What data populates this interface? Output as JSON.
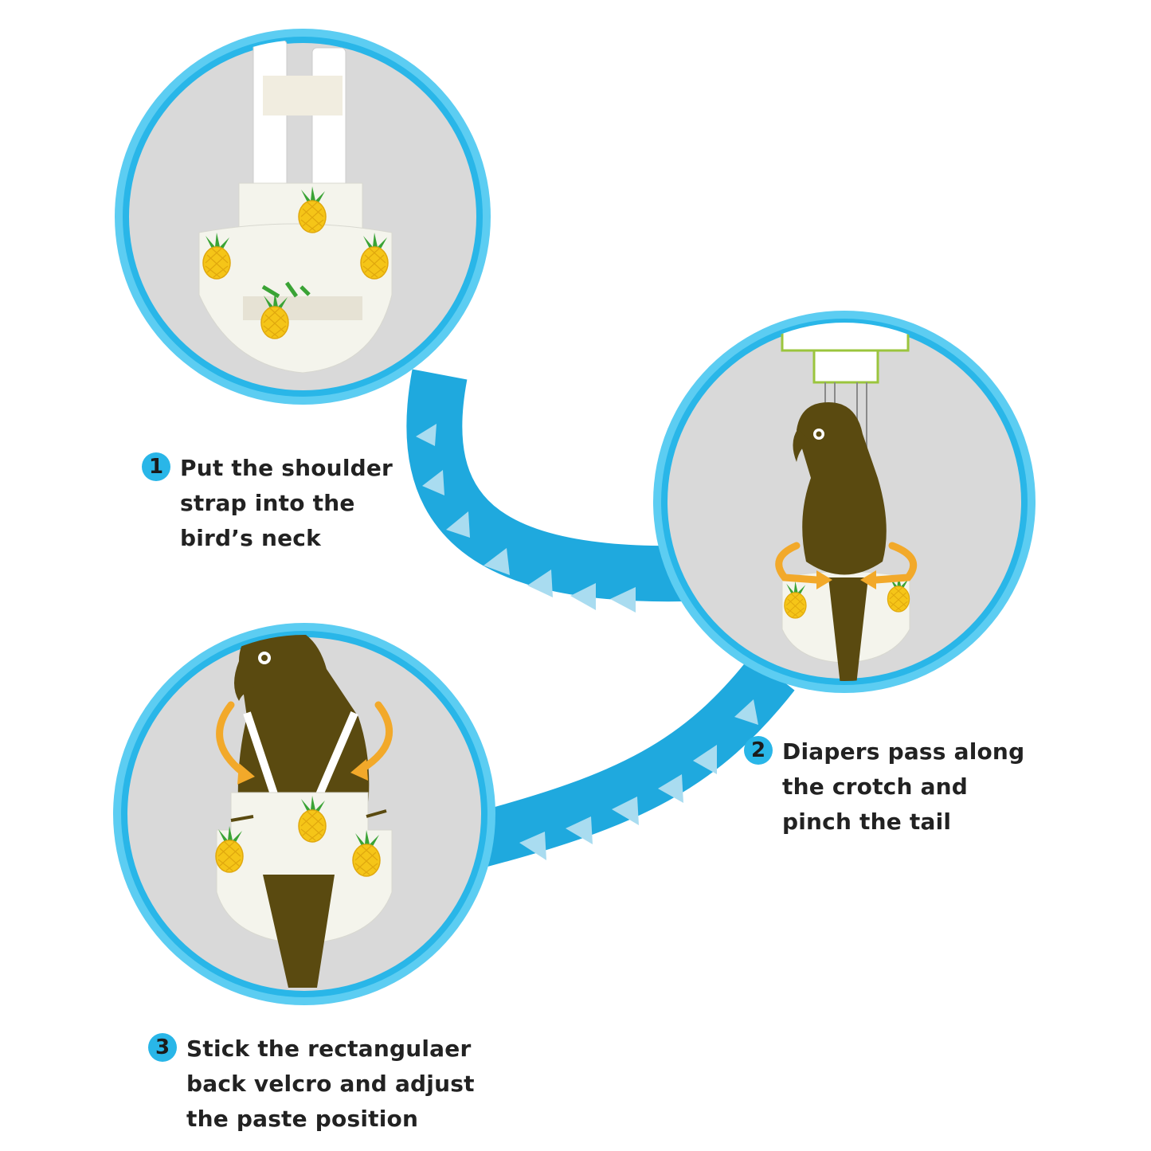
{
  "colors": {
    "ring": "#29b6e8",
    "ring_inner": "#5ccdf2",
    "disc": "#d9d9d9",
    "path_band": "#1fa9de",
    "arrow": "#a9dcf0",
    "bird": "#5a4a10",
    "fabric": "#f4f4ec",
    "pineapple": "#f5c518",
    "leaf": "#3aa335",
    "orange_arrow": "#f2a92a",
    "text": "#222222"
  },
  "steps": [
    {
      "number": "1",
      "text": "Put the shoulder\nstrap into the\nbird’s neck",
      "icon": "diaper-with-straps"
    },
    {
      "number": "2",
      "text": "Diapers pass along\nthe crotch and\npinch the tail",
      "icon": "bird-diaper-front"
    },
    {
      "number": "3",
      "text": "Stick the rectangulaer\nback velcro and adjust\nthe paste position",
      "icon": "bird-diaper-back"
    }
  ]
}
